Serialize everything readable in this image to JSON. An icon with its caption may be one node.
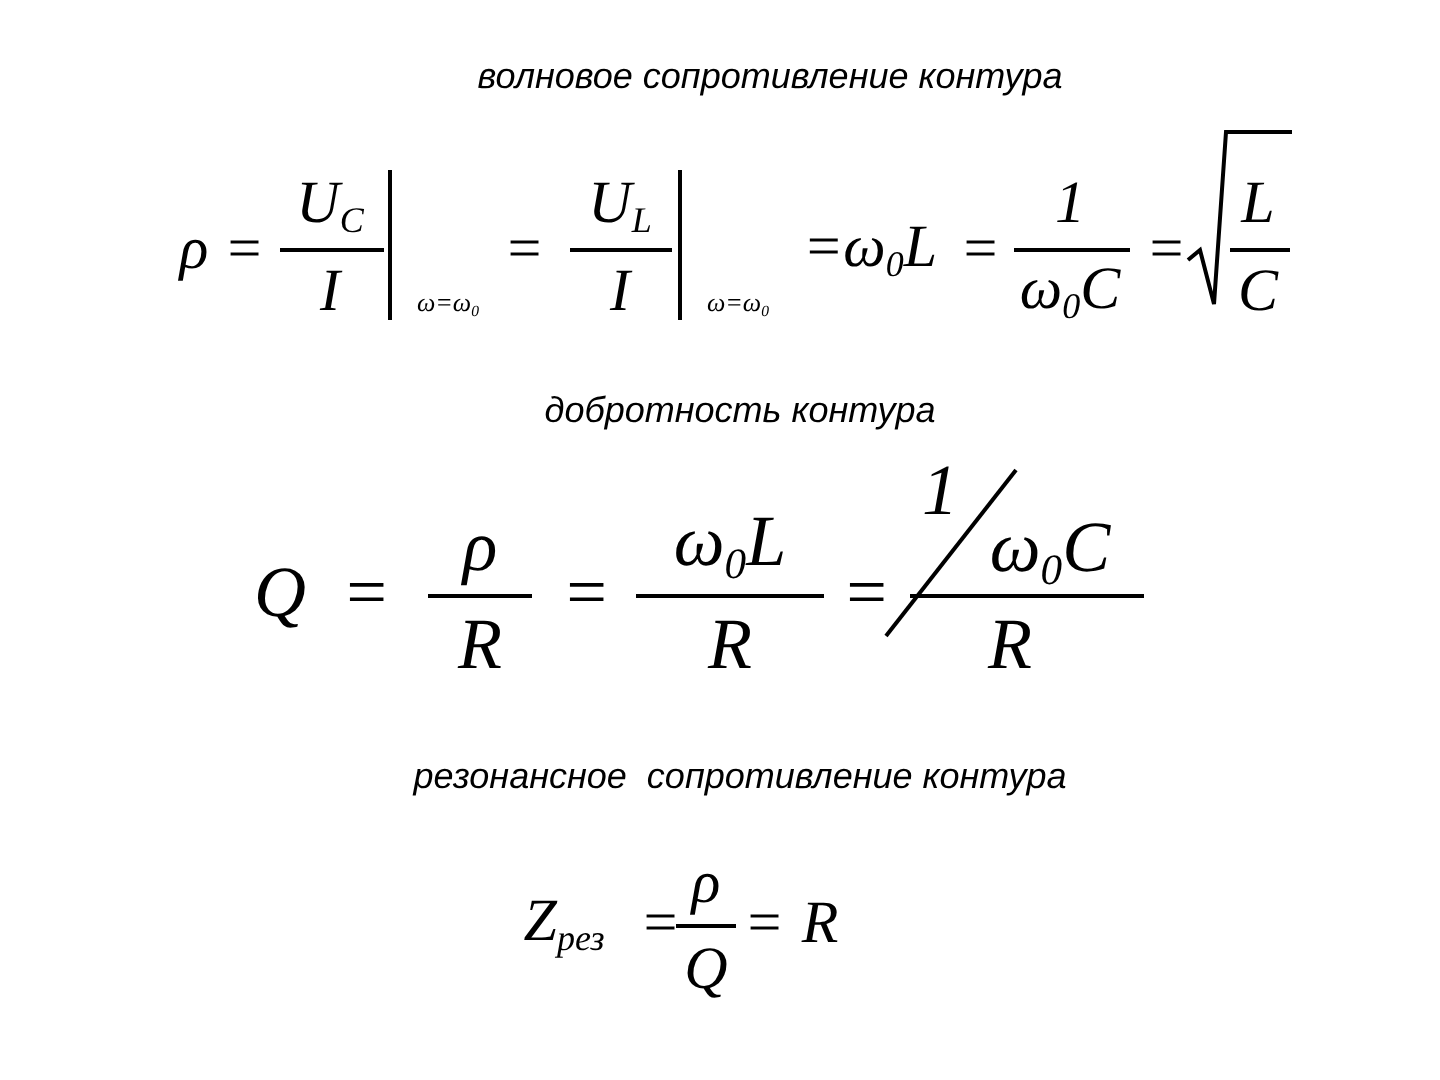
{
  "diagram": {
    "labels": [
      "волновое сопротивление контура",
      "ρ",
      "=",
      "U$_{C}$",
      "I",
      "ω=ω$_{0}$",
      "=",
      "U$_{L}$",
      "I",
      "ω=ω$_{0}$",
      "=ω$_{0}$L",
      "=",
      "1",
      "ω$_{0}$C",
      "=",
      "L",
      "C",
      "добротность контура",
      "Q",
      "=",
      "ρ",
      "R",
      "=",
      "ω$_{0}$L",
      "R",
      "=",
      "1",
      "ω$_{0}$C",
      "R",
      "резонансное  сопротивление контура",
      "Z$_{рез}$",
      "=",
      "ρ",
      "Q",
      "=",
      "R"
    ]
  }
}
